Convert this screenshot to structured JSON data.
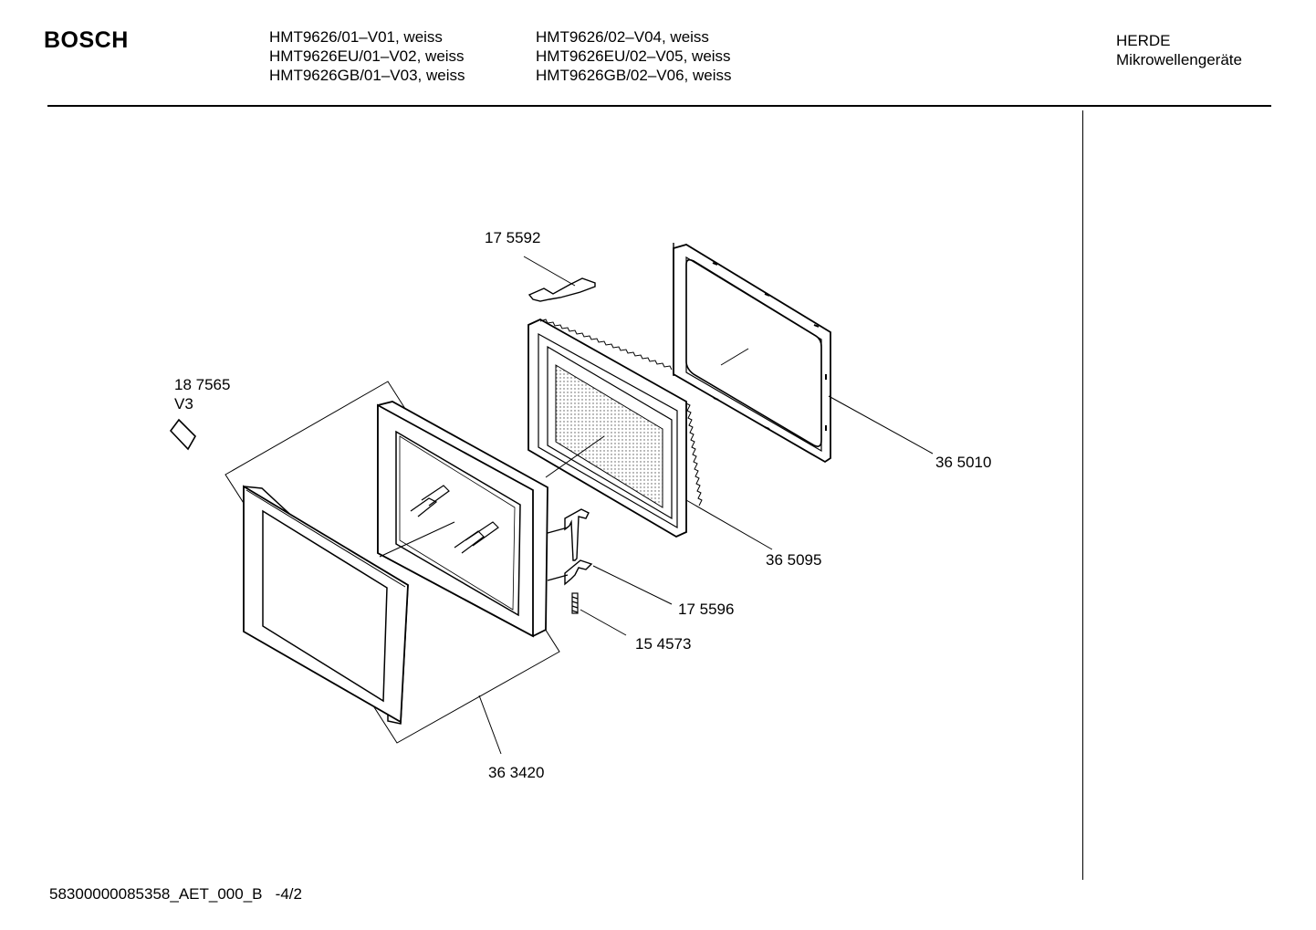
{
  "header": {
    "brand": "BOSCH",
    "models_col1": [
      "HMT9626/01–V01, weiss",
      "HMT9626EU/01–V02, weiss",
      "HMT9626GB/01–V03, weiss"
    ],
    "models_col2": [
      "HMT9626/02–V04, weiss",
      "HMT9626EU/02–V05, weiss",
      "HMT9626GB/02–V06, weiss"
    ],
    "category_line1": "HERDE",
    "category_line2": "Mikrowellengeräte"
  },
  "parts": {
    "p175592": "17 5592",
    "p187565": "18 7565",
    "p187565_variant": "V3",
    "p365010": "36 5010",
    "p365095": "36 5095",
    "p175596": "17 5596",
    "p154573": "15 4573",
    "p363420": "36 3420"
  },
  "footer": {
    "doc_id": "58300000085358_AET_000_B   -4/2"
  }
}
